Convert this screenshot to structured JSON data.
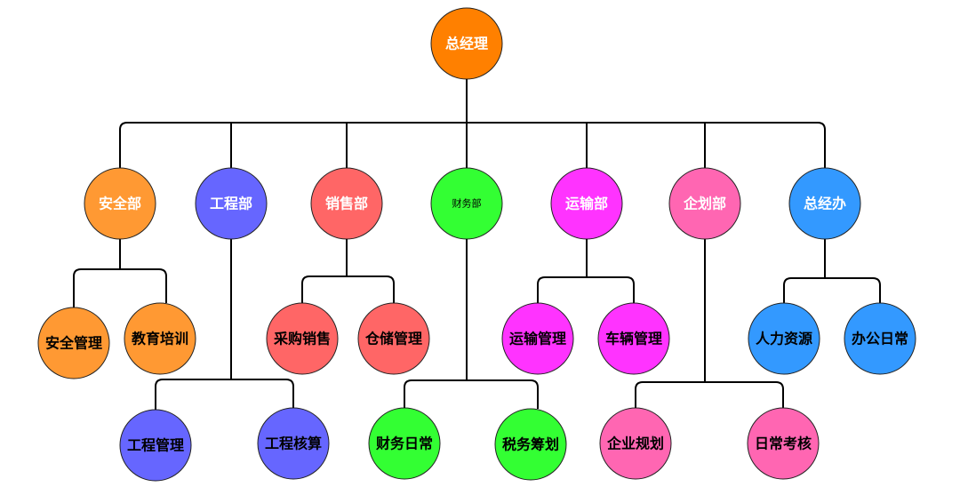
{
  "root": {
    "label": "总经理",
    "color": "#FF8000",
    "text_color": "#FFFFFF"
  },
  "departments": [
    {
      "label": "安全部",
      "color": "#FF9933",
      "text_color": "#FFFFFF",
      "children": [
        "安全管理",
        "教育培训"
      ]
    },
    {
      "label": "工程部",
      "color": "#6666FF",
      "text_color": "#FFFFFF",
      "children": [
        "工程管理",
        "工程核算"
      ]
    },
    {
      "label": "销售部",
      "color": "#FF6666",
      "text_color": "#FFFFFF",
      "children": [
        "采购销售",
        "仓储管理"
      ]
    },
    {
      "label": "财务部",
      "color": "#33FF33",
      "text_color": "#000000",
      "small": true,
      "children": [
        "财务日常",
        "税务筹划"
      ]
    },
    {
      "label": "运输部",
      "color": "#FF33FF",
      "text_color": "#FFFFFF",
      "children": [
        "运输管理",
        "车辆管理"
      ]
    },
    {
      "label": "企划部",
      "color": "#FF66B2",
      "text_color": "#FFFFFF",
      "children": [
        "企业规划",
        "日常考核"
      ]
    },
    {
      "label": "总经办",
      "color": "#3399FF",
      "text_color": "#FFFFFF",
      "children": [
        "人力资源",
        "办公日常"
      ]
    }
  ]
}
